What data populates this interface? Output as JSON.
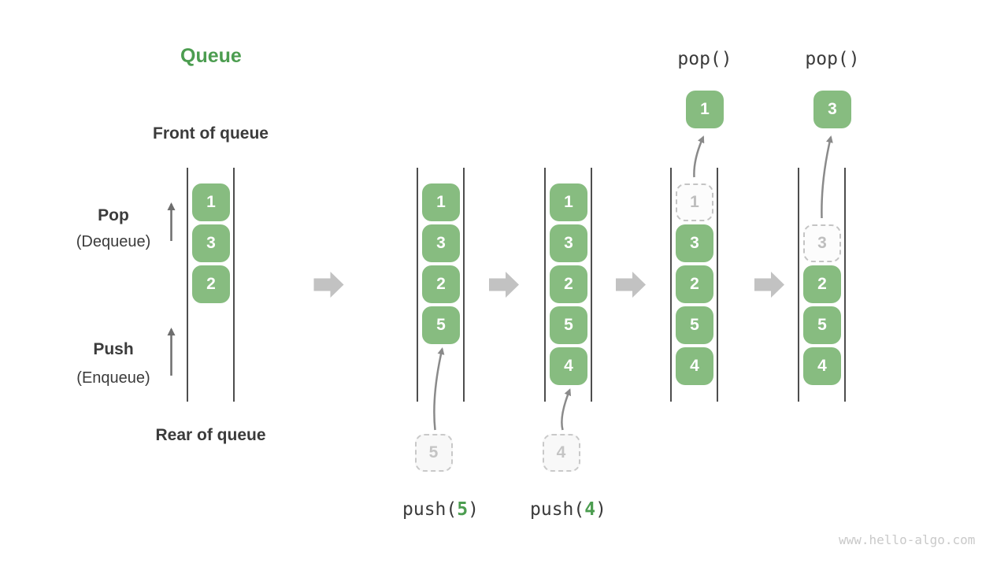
{
  "title": "Queue",
  "labels": {
    "front_of_queue": "Front of queue",
    "rear_of_queue": "Rear of queue",
    "pop": "Pop",
    "pop_sub": "(Dequeue)",
    "push": "Push",
    "push_sub": "(Enqueue)"
  },
  "watermark": "www.hello-algo.com",
  "colors": {
    "box_green": "#87BC80",
    "accent_green": "#4C9D50",
    "text_dark": "#3B3B3B",
    "ghost_gray": "#C4C4C4",
    "curved_arrow_gray": "#8A8A8A",
    "block_arrow_gray": "#C2C2C2",
    "wall_gray": "#4D4D4D",
    "watermark_gray": "#C9C9C9"
  },
  "states": [
    {
      "name": "initial",
      "cells": [
        {
          "value": "1",
          "slot": 0,
          "ghost": false
        },
        {
          "value": "3",
          "slot": 1,
          "ghost": false
        },
        {
          "value": "2",
          "slot": 2,
          "ghost": false
        }
      ]
    },
    {
      "name": "after-push-5",
      "operation": {
        "prefix": "push(",
        "arg": "5",
        "suffix": ")"
      },
      "pending": "5",
      "cells": [
        {
          "value": "1",
          "slot": 0,
          "ghost": false
        },
        {
          "value": "3",
          "slot": 1,
          "ghost": false
        },
        {
          "value": "2",
          "slot": 2,
          "ghost": false
        },
        {
          "value": "5",
          "slot": 3,
          "ghost": false
        }
      ]
    },
    {
      "name": "after-push-4",
      "operation": {
        "prefix": "push(",
        "arg": "4",
        "suffix": ")"
      },
      "pending": "4",
      "cells": [
        {
          "value": "1",
          "slot": 0,
          "ghost": false
        },
        {
          "value": "3",
          "slot": 1,
          "ghost": false
        },
        {
          "value": "2",
          "slot": 2,
          "ghost": false
        },
        {
          "value": "5",
          "slot": 3,
          "ghost": false
        },
        {
          "value": "4",
          "slot": 4,
          "ghost": false
        }
      ]
    },
    {
      "name": "pop-1",
      "op_label": "pop()",
      "popped": "1",
      "cells": [
        {
          "value": "1",
          "slot": 0,
          "ghost": true
        },
        {
          "value": "3",
          "slot": 1,
          "ghost": false
        },
        {
          "value": "2",
          "slot": 2,
          "ghost": false
        },
        {
          "value": "5",
          "slot": 3,
          "ghost": false
        },
        {
          "value": "4",
          "slot": 4,
          "ghost": false
        }
      ]
    },
    {
      "name": "pop-3",
      "op_label": "pop()",
      "popped": "3",
      "cells": [
        {
          "value": "3",
          "slot": 1,
          "ghost": true
        },
        {
          "value": "2",
          "slot": 2,
          "ghost": false
        },
        {
          "value": "5",
          "slot": 3,
          "ghost": false
        },
        {
          "value": "4",
          "slot": 4,
          "ghost": false
        }
      ]
    }
  ]
}
